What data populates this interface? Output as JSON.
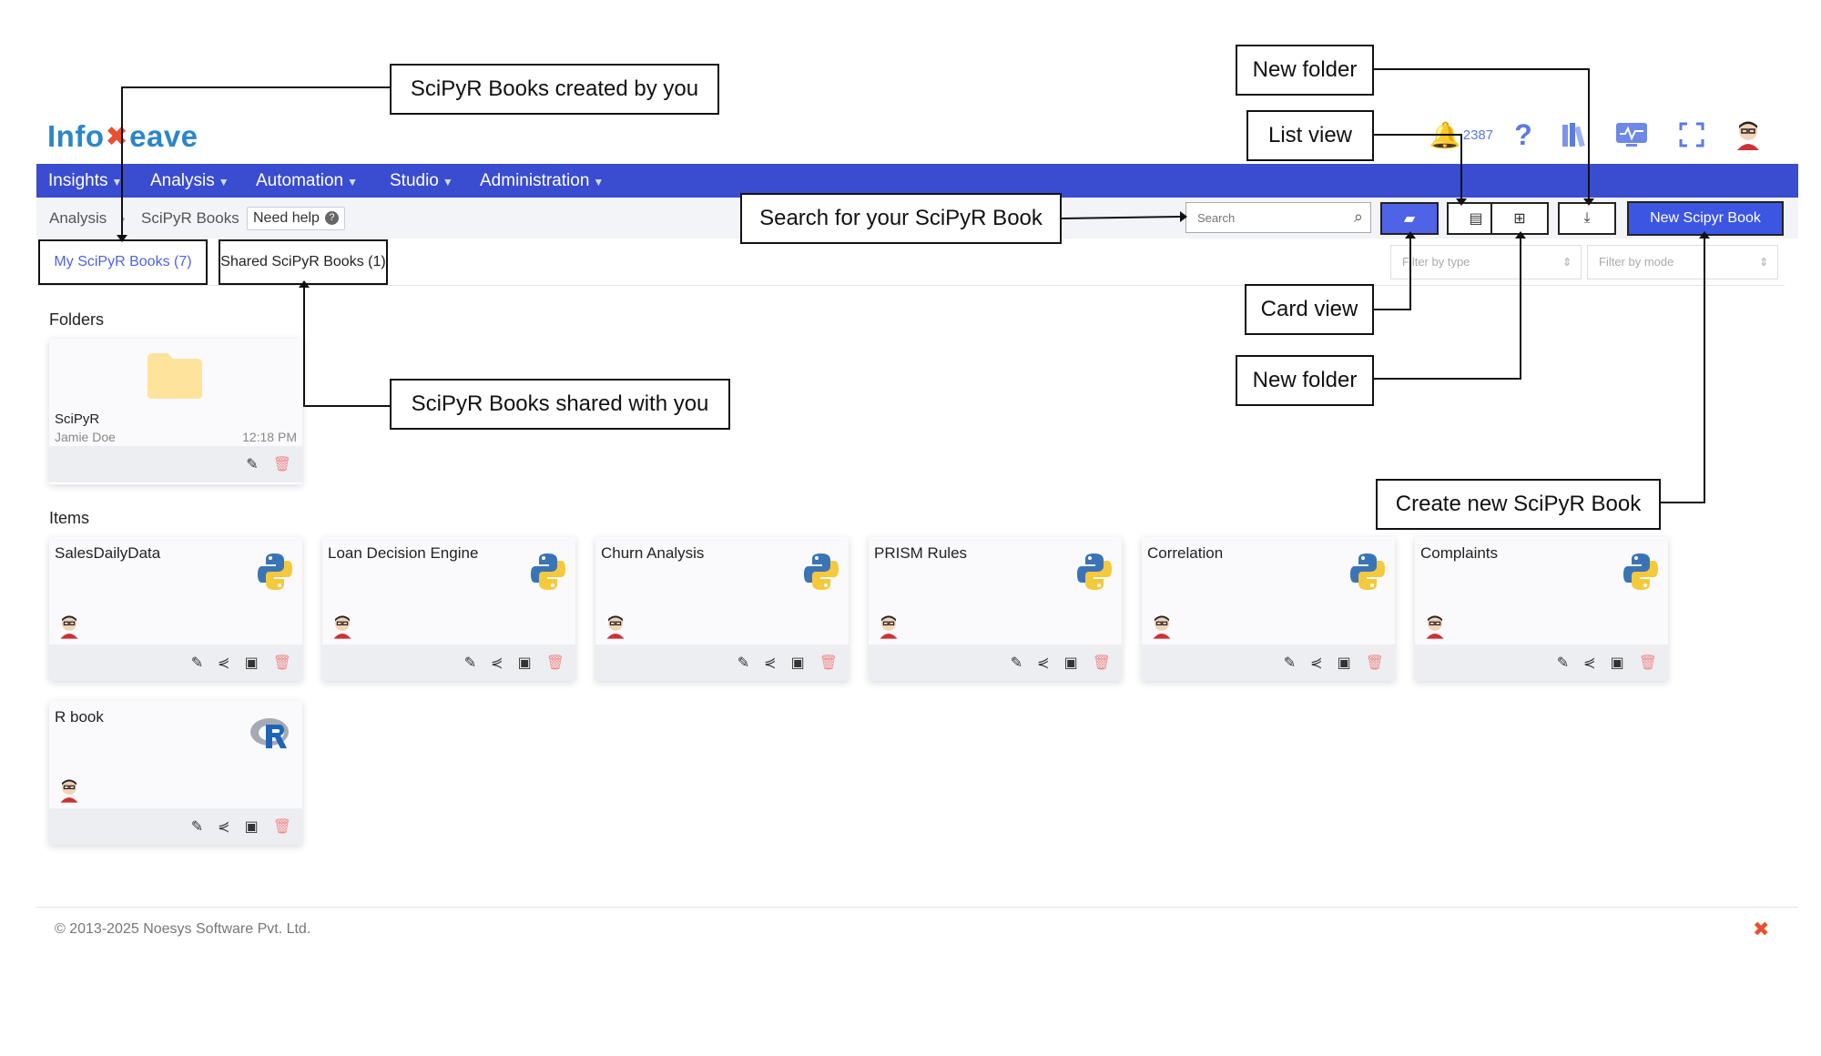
{
  "app": {
    "logo_left": "Info",
    "logo_right": "eave",
    "notification_count": "2387"
  },
  "menu": [
    {
      "label": "Insights"
    },
    {
      "label": "Analysis"
    },
    {
      "label": "Automation"
    },
    {
      "label": "Studio"
    },
    {
      "label": "Administration"
    }
  ],
  "breadcrumb": [
    "Analysis",
    "SciPyR Books"
  ],
  "need_help": "Need help",
  "search": {
    "placeholder": "Search"
  },
  "new_book_label": "New Scipyr Book",
  "tabs": {
    "mine": "My SciPyR Books (7)",
    "shared": "Shared SciPyR Books (1)"
  },
  "filters": {
    "type": "Filter by type",
    "mode": "Filter by mode"
  },
  "sections": {
    "folders": "Folders",
    "items": "Items"
  },
  "folder": {
    "name": "SciPyR",
    "owner": "Jamie Doe",
    "time": "12:18 PM"
  },
  "items": [
    {
      "title": "SalesDailyData",
      "lang": "python"
    },
    {
      "title": "Loan Decision Engine",
      "lang": "python"
    },
    {
      "title": "Churn Analysis",
      "lang": "python"
    },
    {
      "title": "PRISM Rules",
      "lang": "python"
    },
    {
      "title": "Correlation",
      "lang": "python"
    },
    {
      "title": "Complaints",
      "lang": "python"
    },
    {
      "title": "R book",
      "lang": "r"
    }
  ],
  "callouts": {
    "created_by_you": "SciPyR Books created by you",
    "shared_with_you": "SciPyR Books shared with you",
    "search": "Search for your SciPyR Book",
    "new_folder_top": "New folder",
    "list_view": "List view",
    "card_view": "Card view",
    "new_folder_bottom": "New folder",
    "create_new": "Create new SciPyR  Book"
  },
  "footer": {
    "copyright": "© 2013-2025 Noesys Software Pvt. Ltd."
  },
  "colors": {
    "menubar": "#3a4cd0",
    "primary_button": "#3c56e3",
    "delete_icon": "#f28b8b"
  }
}
